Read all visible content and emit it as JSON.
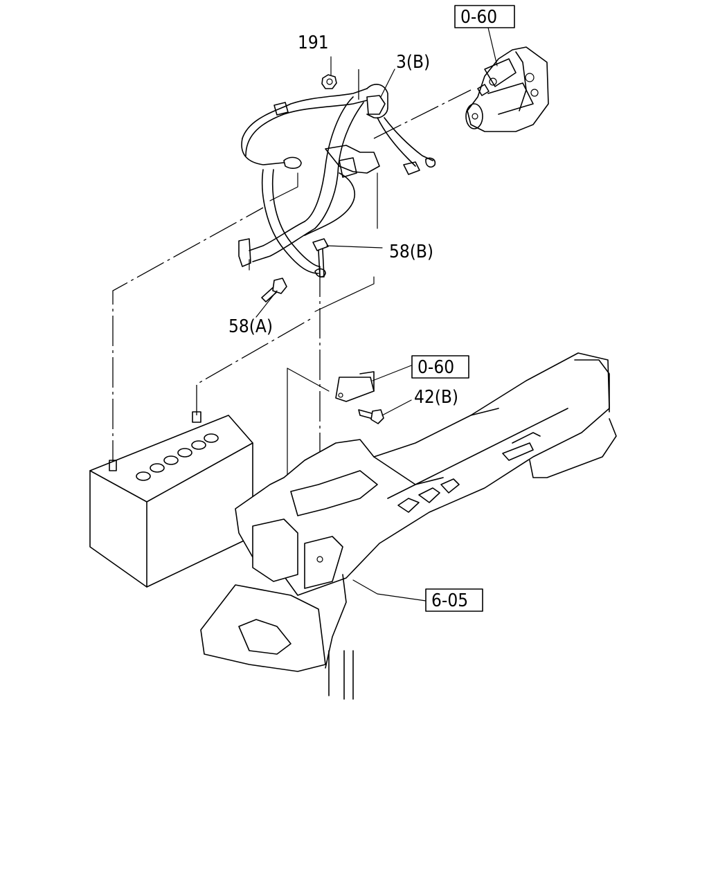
{
  "callouts": {
    "part_191": "191",
    "part_3b": "3(B)",
    "part_58b": "58(B)",
    "part_58a": "58(A)",
    "part_42b": "42(B)"
  },
  "references": {
    "ref_starter": "0-60",
    "ref_bracket": "0-60",
    "ref_frame": "6-05"
  }
}
